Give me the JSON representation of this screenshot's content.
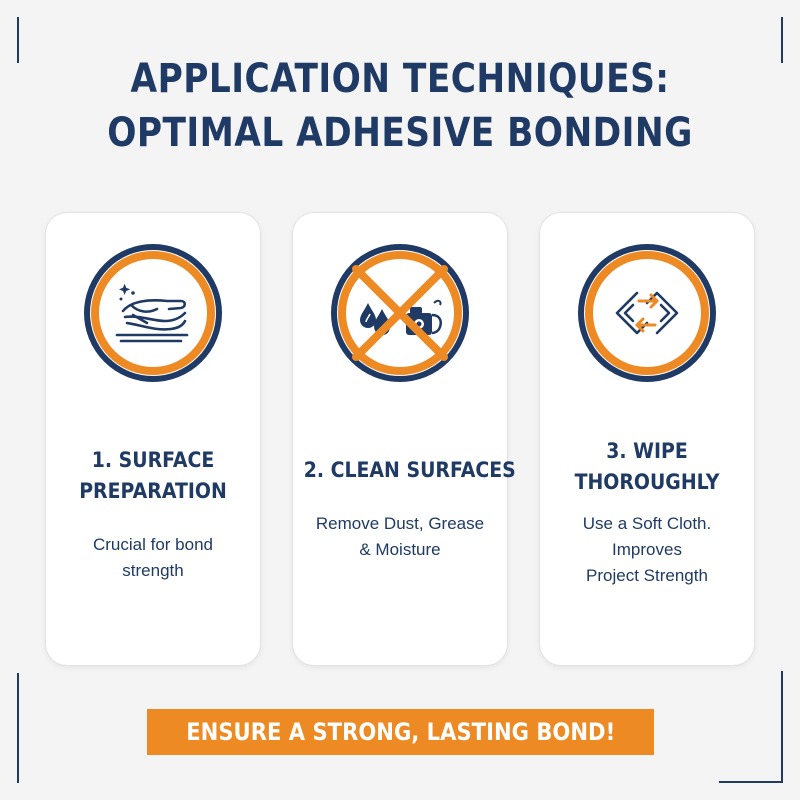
{
  "title": {
    "line1": "APPLICATION TECHNIQUES:",
    "line2": "OPTIMAL ADHESIVE BONDING"
  },
  "colors": {
    "navy": "#1f3a64",
    "orange": "#ee8a24",
    "background": "#f4f4f4",
    "card": "#ffffff"
  },
  "cards": [
    {
      "icon": "hand-wiping-icon",
      "heading": [
        "1. SURFACE",
        "PREPARATION"
      ],
      "text": [
        "Crucial for bond",
        "strength"
      ]
    },
    {
      "icon": "no-contaminants-icon",
      "heading": [
        "2. CLEAN SURFACES"
      ],
      "text": [
        "Remove Dust, Grease",
        "& Moisture"
      ]
    },
    {
      "icon": "cycle-arrows-icon",
      "heading": [
        "3. WIPE",
        "THOROUGHLY"
      ],
      "text": [
        "Use a Soft Cloth.",
        "Improves",
        "Project Strength"
      ]
    }
  ],
  "banner": "ENSURE A STRONG, LASTING BOND!"
}
